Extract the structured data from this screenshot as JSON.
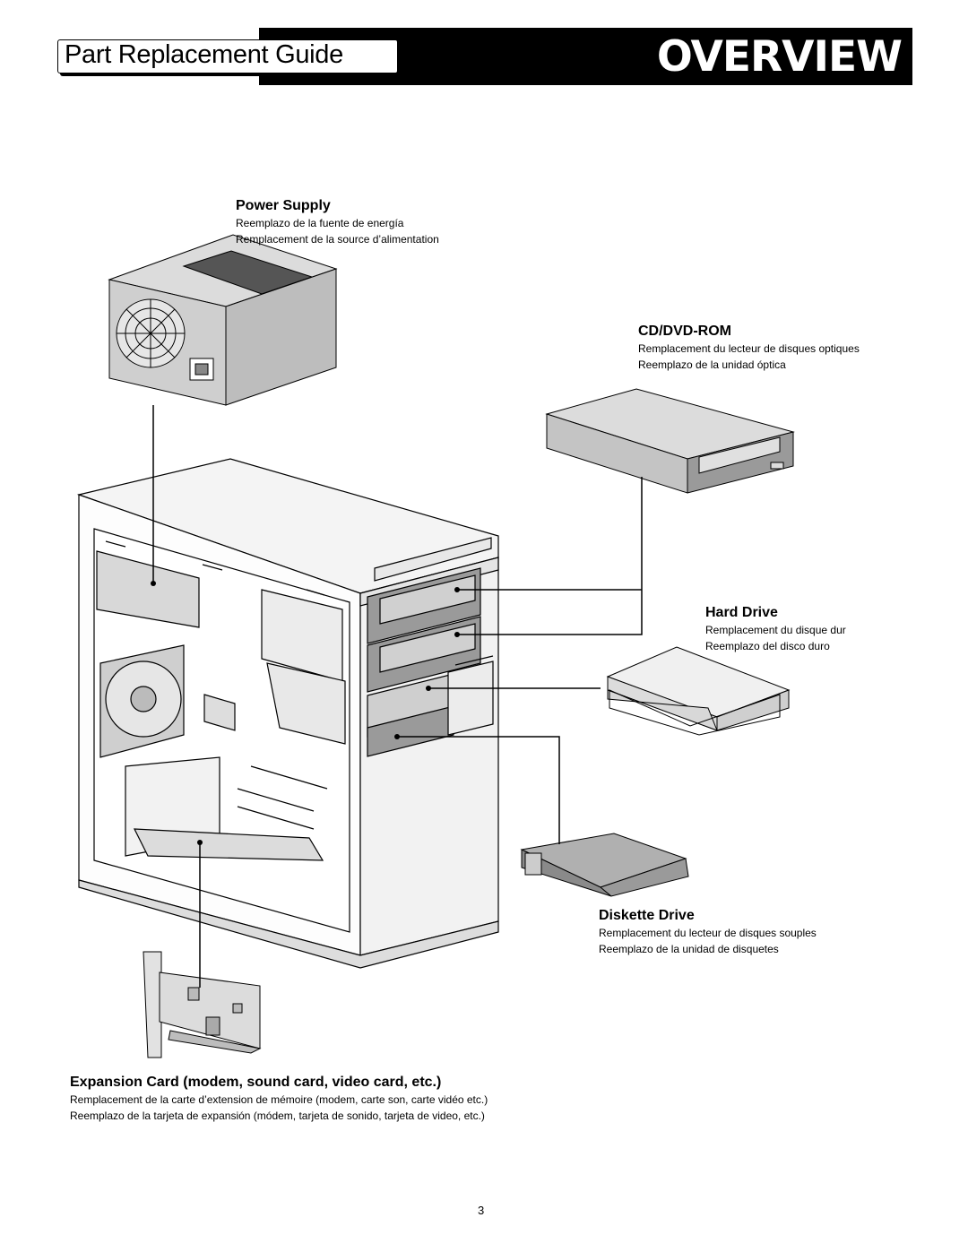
{
  "header": {
    "title": "Part Replacement Guide",
    "section": "OVERVIEW"
  },
  "parts": {
    "power_supply": {
      "title": "Power Supply",
      "lines": [
        "Reemplazo de la fuente de energía",
        "Remplacement de la source d’alimentation"
      ]
    },
    "cd_dvd_rom": {
      "title": "CD/DVD-ROM",
      "lines": [
        "Remplacement du lecteur de disques optiques",
        "Reemplazo de la unidad óptica"
      ]
    },
    "hard_drive": {
      "title": "Hard Drive",
      "lines": [
        "Remplacement du disque dur",
        "Reemplazo del disco duro"
      ]
    },
    "diskette_drive": {
      "title": "Diskette Drive",
      "lines": [
        "Remplacement du lecteur de disques souples",
        "Reemplazo de la unidad de disquetes"
      ]
    },
    "expansion_card": {
      "title": "Expansion Card (modem, sound card, video card, etc.)",
      "lines": [
        "Remplacement de la carte d’extension de mémoire (modem, carte son, carte vidéo etc.)",
        "Reemplazo de la tarjeta de expansión (módem, tarjeta de sonido, tarjeta de video, etc.)"
      ]
    }
  },
  "footer": {
    "page_number": "3"
  }
}
